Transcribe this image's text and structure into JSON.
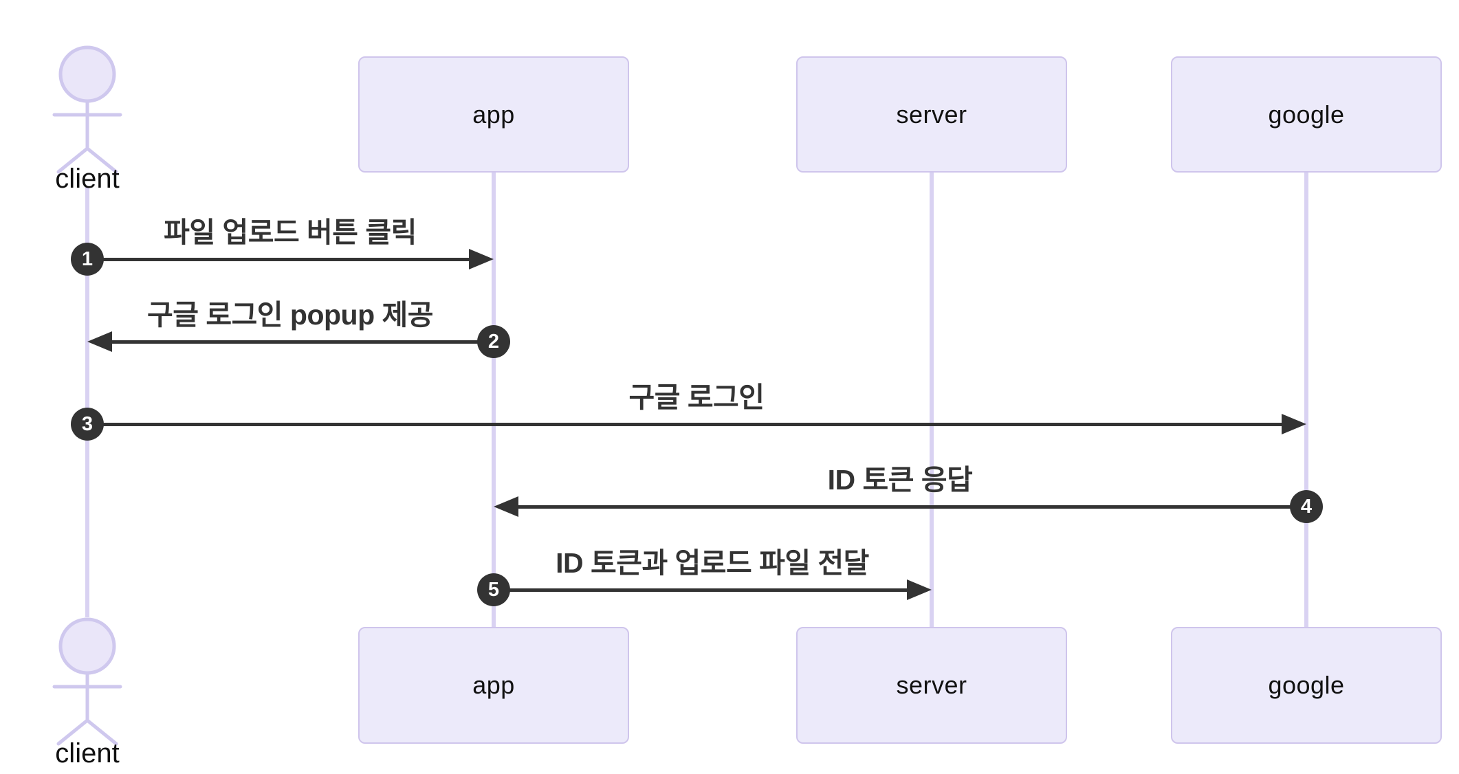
{
  "diagram": {
    "type": "sequence-diagram",
    "colors": {
      "background": "#ffffff",
      "actor_box_fill": "#ECEAFA",
      "actor_box_border": "#CFC5EC",
      "actor_figure_stroke": "#CFC8EE",
      "lifeline": "#D9D2F2",
      "arrow": "#333333",
      "message_text": "#333333",
      "sequence_number_bg": "#333333",
      "sequence_number_text": "#ffffff",
      "actor_label_text": "#111111"
    },
    "icons": {
      "actor": "person-stick-figure-icon"
    },
    "actors": [
      {
        "id": "client",
        "label": "client",
        "kind": "actor"
      },
      {
        "id": "app",
        "label": "app",
        "kind": "participant"
      },
      {
        "id": "server",
        "label": "server",
        "kind": "participant"
      },
      {
        "id": "google",
        "label": "google",
        "kind": "participant"
      }
    ],
    "messages": [
      {
        "seq": "1",
        "from": "client",
        "to": "app",
        "label": "파일 업로드 버튼 클릭"
      },
      {
        "seq": "2",
        "from": "app",
        "to": "client",
        "label": "구글 로그인 popup 제공"
      },
      {
        "seq": "3",
        "from": "client",
        "to": "google",
        "label": "구글 로그인"
      },
      {
        "seq": "4",
        "from": "google",
        "to": "app",
        "label": "ID 토큰 응답"
      },
      {
        "seq": "5",
        "from": "app",
        "to": "server",
        "label": "ID 토큰과 업로드 파일 전달"
      }
    ]
  }
}
